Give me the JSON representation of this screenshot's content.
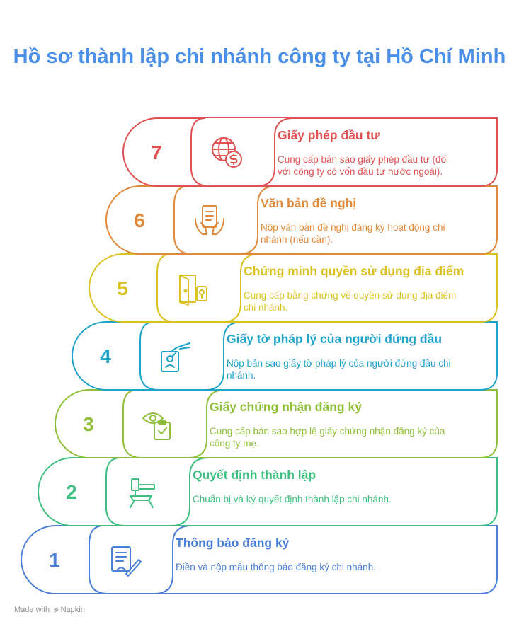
{
  "title": "Hồ sơ thành lập chi nhánh công ty tại Hồ Chí Minh",
  "steps": [
    {
      "number": "1",
      "title": "Thông báo đăng ký",
      "desc": [
        "Điền và nộp mẫu thông báo đăng ký chi nhánh."
      ],
      "color": "#4b7ed6",
      "icon": "form-pen-icon"
    },
    {
      "number": "2",
      "title": "Quyết định thành lập",
      "desc": [
        "Chuẩn bị và ký quyết định thành lập chi nhánh."
      ],
      "color": "#3fbf7f",
      "icon": "gavel-icon"
    },
    {
      "number": "3",
      "title": "Giấy chứng nhận đăng ký",
      "desc": [
        "Cung cấp bản sao hợp lệ giấy chứng nhận đăng ký của",
        "công ty mẹ."
      ],
      "color": "#8fbf3a",
      "icon": "eye-checklist-icon"
    },
    {
      "number": "4",
      "title": "Giấy tờ pháp lý của người đứng đầu",
      "desc": [
        "Nộp bản sao giấy tờ pháp lý của người đứng đầu chi",
        "nhánh."
      ],
      "color": "#1fa3c8",
      "icon": "id-card-hand-icon"
    },
    {
      "number": "5",
      "title": "Chứng minh quyền sử dụng địa điểm",
      "desc": [
        "Cung cấp bằng chứng về quyền sử dụng địa điểm",
        "chi nhánh."
      ],
      "color": "#d9c21f",
      "icon": "door-key-icon"
    },
    {
      "number": "6",
      "title": "Văn bản đề nghị",
      "desc": [
        "Nộp văn bản đề nghị đăng ký hoạt động chi",
        "nhánh (nếu cần)."
      ],
      "color": "#e0893a",
      "icon": "document-hands-icon"
    },
    {
      "number": "7",
      "title": "Giấy phép đầu tư",
      "desc": [
        "Cung cấp bản sao giấy phép đầu tư (đối",
        "với công ty có vốn đầu tư nước ngoài)."
      ],
      "color": "#e05252",
      "icon": "globe-dollar-icon"
    }
  ],
  "footer": {
    "made_with": "Made with",
    "brand": "Napkin"
  }
}
